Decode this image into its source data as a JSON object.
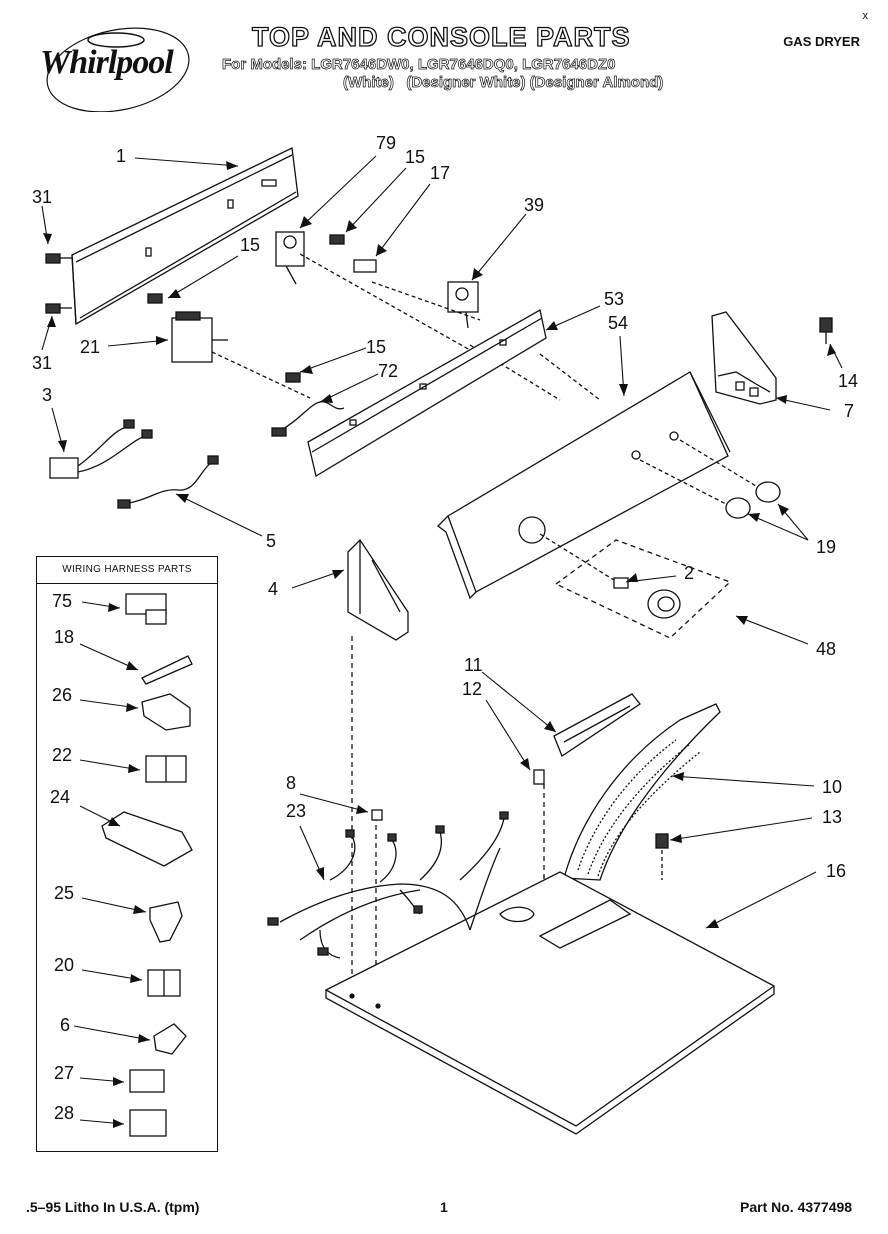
{
  "header": {
    "brand": "Whirlpool",
    "title": "TOP AND CONSOLE PARTS",
    "models": "For Models: LGR7646DW0, LGR7646DQ0, LGR7646DZ0",
    "colors": "(White)   (Designer White) (Designer Almond)",
    "product_type": "GAS DRYER",
    "corner_mark": "x"
  },
  "harness_box": {
    "title": "WIRING HARNESS PARTS",
    "parts": [
      "75",
      "18",
      "26",
      "22",
      "24",
      "25",
      "20",
      "6",
      "27",
      "28"
    ]
  },
  "callouts": [
    "1",
    "31",
    "31",
    "79",
    "15",
    "17",
    "39",
    "15",
    "21",
    "15",
    "72",
    "3",
    "53",
    "54",
    "14",
    "7",
    "19",
    "5",
    "4",
    "2",
    "48",
    "11",
    "12",
    "10",
    "8",
    "23",
    "13",
    "16"
  ],
  "footer": {
    "left": ".5–95 Litho In U.S.A. (tpm)",
    "page": "1",
    "part_no": "Part No. 4377498"
  }
}
